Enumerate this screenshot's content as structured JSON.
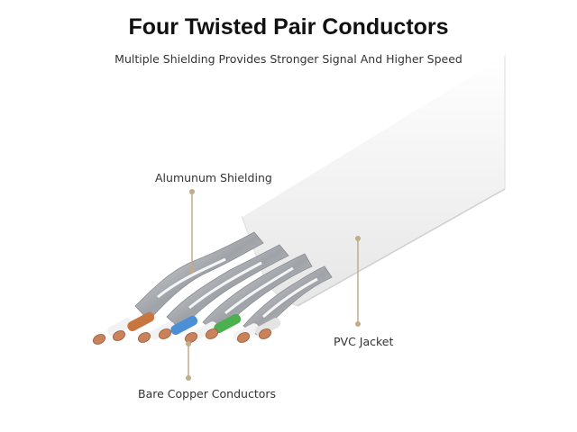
{
  "title": "Four Twisted Pair Conductors",
  "subtitle": "Multiple Shielding Provides Stronger Signal And Higher Speed",
  "callouts": {
    "shielding": "Alumunum Shielding",
    "jacket": "PVC Jacket",
    "copper": "Bare Copper Conductors"
  },
  "colors": {
    "leader": "#c2ab8a",
    "jacket": "#f4f4f4",
    "foil": "#b9bcc0",
    "copper": "#c9825a",
    "pair_colors": [
      "#c8763e",
      "#4d8fd6",
      "#4caf50",
      "#eeeeee"
    ]
  }
}
